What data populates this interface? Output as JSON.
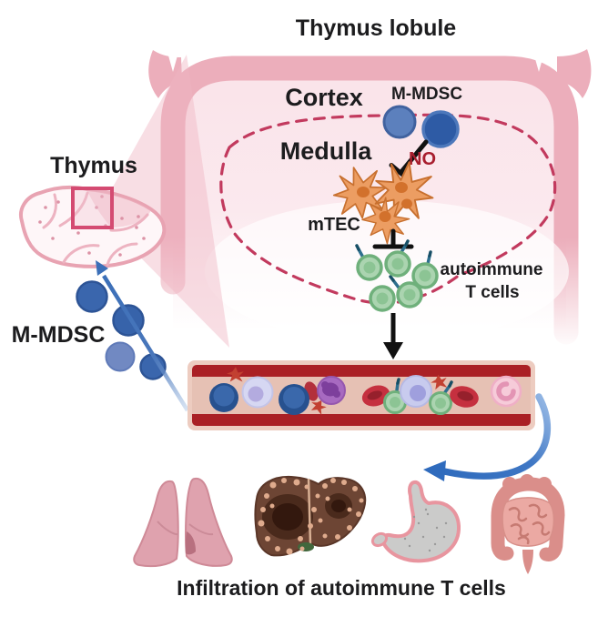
{
  "title": "Thymus lobule",
  "lobule": {
    "cortex": "Cortex",
    "medulla": "Medulla",
    "mmdsc": "M-MDSC",
    "no_signal": "NO",
    "mtec": "mTEC",
    "autoimmune_line1": "autoimmune",
    "autoimmune_line2": "T cells"
  },
  "left_panel": {
    "thymus": "Thymus",
    "mmdsc": "M-MDSC"
  },
  "caption": "Infiltration of autoimmune T cells",
  "icons": {
    "organs": [
      "lungs-icon",
      "liver-icon",
      "stomach-icon",
      "intestines-icon"
    ],
    "vessel_cells": [
      "mdsc-cell",
      "lymphocyte-cell",
      "monocyte-cell",
      "red-blood-cell",
      "autoimmune-tcell",
      "platelet",
      "neutrophil-cell"
    ]
  },
  "colors": {
    "lobule_border": "#ecaebb",
    "lobule_interior": "#fbe6eb",
    "medulla_dash": "#c23a5e",
    "mmdsc_blue": "#3060a6",
    "mtec_orange": "#ec9d62",
    "tcell_green": "#8cc494",
    "vessel_wall": "#aa2025",
    "vessel_lumen": "#e6c1b4",
    "arrow_blue": "#3470c2",
    "no_red": "#a81e2e",
    "text_black": "#1c1c1e"
  }
}
